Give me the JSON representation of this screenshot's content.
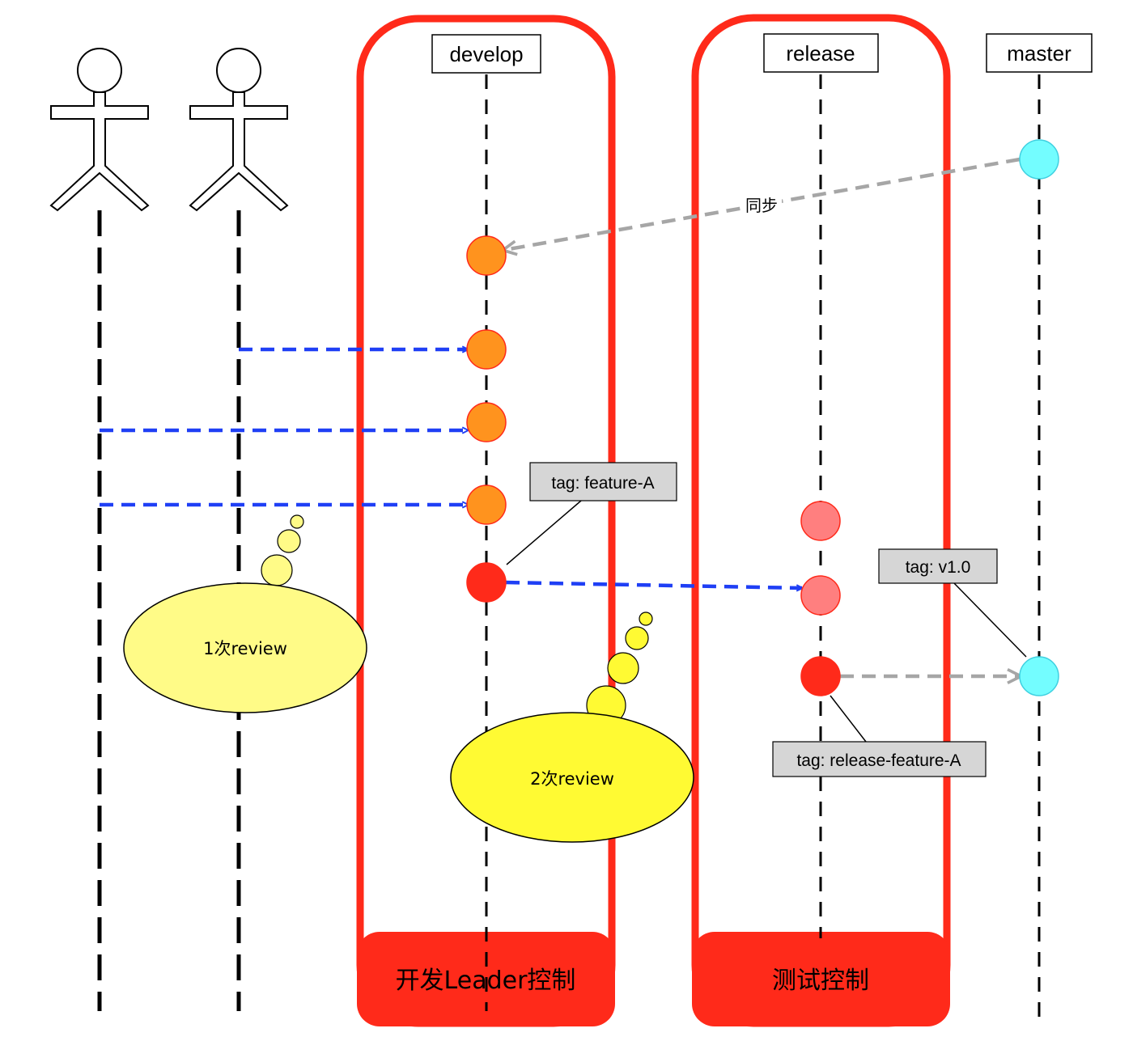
{
  "branches": {
    "develop": "develop",
    "release": "release",
    "master": "master"
  },
  "containers": {
    "develop_control": "开发Leader控制",
    "release_control": "测试控制"
  },
  "arrows": {
    "sync_label": "同步"
  },
  "tags": {
    "feature": "tag: feature-A",
    "version": "tag: v1.0",
    "release_feature": "tag: release-feature-A"
  },
  "thoughts": {
    "first_review": "1次review",
    "second_review": "2次review"
  },
  "colors": {
    "container_red": "#ff2a1a",
    "commit_orange": "#ff931e",
    "commit_red": "#ff2a1a",
    "commit_pink": "#ff7f7f",
    "commit_cyan": "#73fdff",
    "merge_blue": "#1f3ff5",
    "sync_gray": "#a6a6a6",
    "tag_gray": "#d6d6d6",
    "bubble_yellow": "#fffb87",
    "bubble_yellow_bright": "#fffa33"
  }
}
